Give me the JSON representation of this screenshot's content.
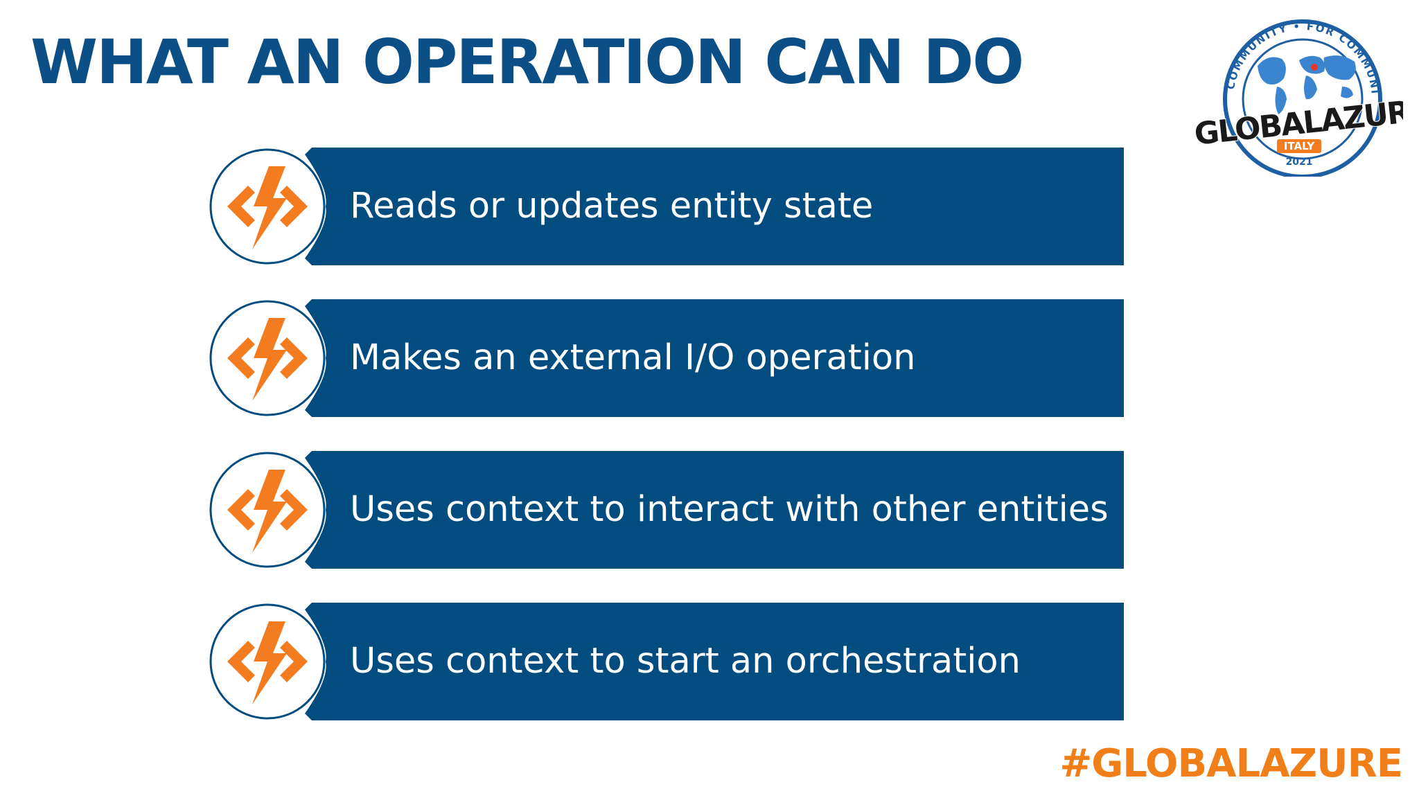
{
  "slide": {
    "title": "WHAT AN OPERATION CAN DO",
    "items": [
      {
        "label": "Reads or updates entity state",
        "icon": "azure-functions-icon"
      },
      {
        "label": "Makes an external I/O operation",
        "icon": "azure-functions-icon"
      },
      {
        "label": "Uses context to interact with other entities",
        "icon": "azure-functions-icon"
      },
      {
        "label": "Uses context to start an orchestration",
        "icon": "azure-functions-icon"
      }
    ],
    "footer_hashtag": "#GLOBALAZURE"
  },
  "logo": {
    "ring_text": "BY COMMUNITY • FOR COMMUNITY",
    "main_text": "#GLOBALAZURE",
    "country": "ITALY",
    "year": "2021"
  },
  "colors": {
    "title": "#0b4f86",
    "bar": "#034c80",
    "icon_orange": "#f47c20",
    "hashtag": "#f07f1a"
  }
}
